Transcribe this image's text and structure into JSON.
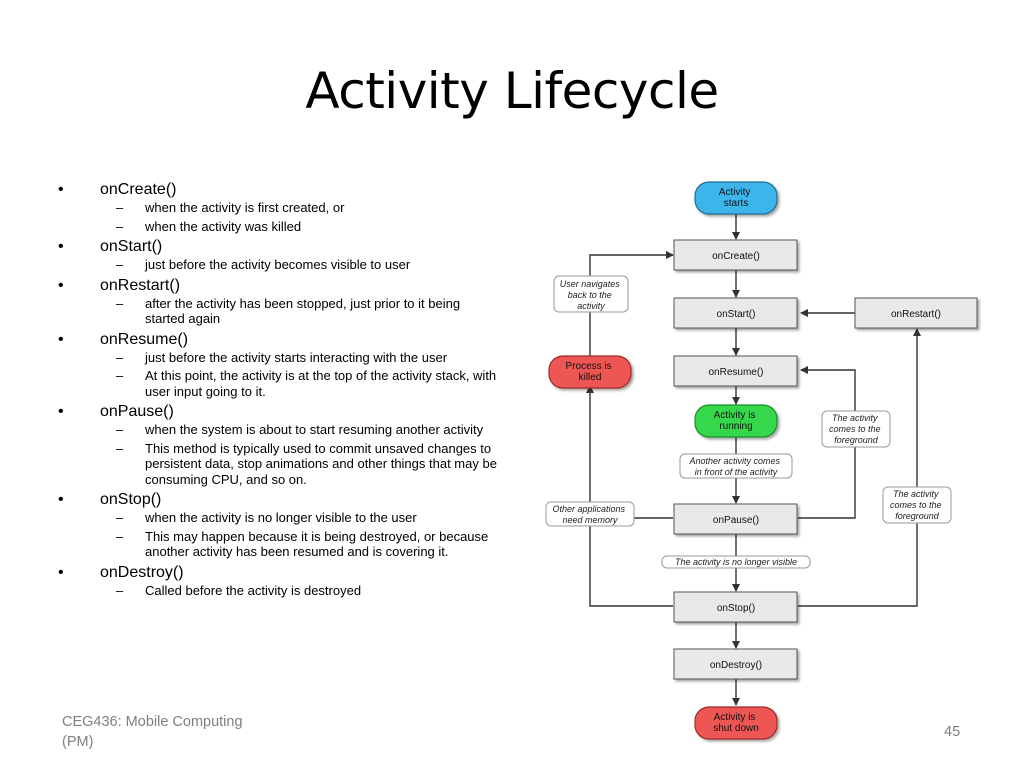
{
  "slide": {
    "title": "Activity Lifecycle",
    "footer": "CEG436: Mobile Computing (PM)",
    "page_number": "45"
  },
  "methods": [
    {
      "name": "onCreate()",
      "details": [
        "when the activity is first created, or",
        "when the activity was killed"
      ]
    },
    {
      "name": "onStart()",
      "details": [
        "just before the activity becomes visible to user"
      ]
    },
    {
      "name": "onRestart()",
      "details": [
        "after the activity has been stopped, just prior to it being started again"
      ]
    },
    {
      "name": "onResume()",
      "details": [
        "just before the activity starts interacting with the user",
        "At this point, the activity is at the top of the activity stack, with user input going to it."
      ]
    },
    {
      "name": "onPause()",
      "details": [
        "when the system is about to start resuming another activity",
        "This method is typically used to commit unsaved changes to persistent data, stop animations and other things that may be consuming CPU, and so on."
      ]
    },
    {
      "name": "onStop()",
      "details": [
        "when the activity is no longer visible to the user",
        "This may happen because it is being destroyed, or because another activity has been resumed and is covering it."
      ]
    },
    {
      "name": "onDestroy()",
      "details": [
        "Called before the activity is destroyed"
      ]
    }
  ],
  "diagram": {
    "states": {
      "activity_starts": "Activity starts",
      "activity_running": "Activity is running",
      "process_killed": "Process is killed",
      "activity_shut_down": "Activity is shut down"
    },
    "callbacks": {
      "on_create": "onCreate()",
      "on_start": "onStart()",
      "on_restart": "onRestart()",
      "on_resume": "onResume()",
      "on_pause": "onPause()",
      "on_stop": "onStop()",
      "on_destroy": "onDestroy()"
    },
    "transitions": {
      "user_navigates_back": "User navigates back to the activity",
      "other_apps_need_memory": "Other applications need memory",
      "another_activity_in_front": "Another activity comes in front of the activity",
      "no_longer_visible": "The activity is no longer visible",
      "comes_to_foreground_1": "The activity comes to the foreground",
      "comes_to_foreground_2": "The activity comes to the foreground"
    },
    "colors": {
      "start": "#3cb5ea",
      "running": "#35d74c",
      "killed": "#ee5753",
      "shutdown": "#ee5753",
      "callback_fill": "#e9e9e9",
      "line": "#333333"
    }
  }
}
